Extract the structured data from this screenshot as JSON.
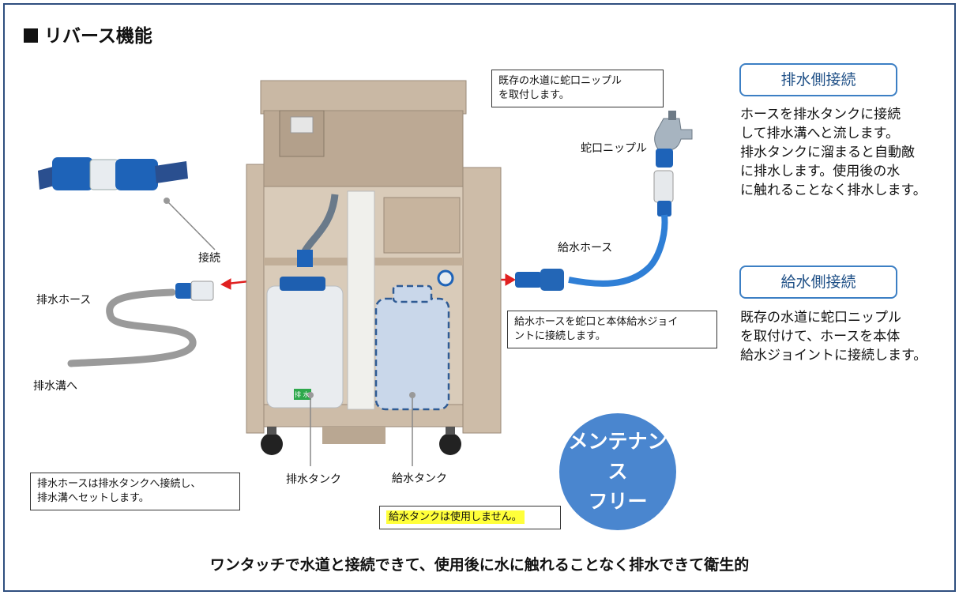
{
  "title": "リバース機能",
  "notes": {
    "faucet": [
      "既存の水道に蛇口ニップル",
      "を取付します。"
    ],
    "supply_hose": [
      "給水ホースを蛇口と本体給水ジョイ",
      "ントに接続します。"
    ],
    "drain_hose": [
      "排水ホースは排水タンクへ接続し、",
      "排水溝へセットします。"
    ]
  },
  "labels": {
    "connect": "接続",
    "drain_hose": "排水ホース",
    "drain_gutter": "排水溝へ",
    "drain_tank": "排水タンク",
    "supply_tank": "給水タンク",
    "supply_hose": "給水ホース",
    "faucet_nipple": "蛇口ニップル",
    "supply_tank_unused": "給水タンクは使用しません。",
    "tank_sticker": "排 水"
  },
  "drain_side": {
    "heading": "排水側接続",
    "lines": [
      "ホースを排水タンクに接続",
      "して排水溝へと流します。",
      "排水タンクに溜まると自動敵",
      "に排水します。使用後の水",
      "に触れることなく排水します。"
    ]
  },
  "supply_side": {
    "heading": "給水側接続",
    "lines": [
      "既存の水道に蛇口ニップル",
      "を取付けて、ホースを本体",
      "給水ジョイントに接続します。"
    ]
  },
  "badge": [
    "メンテナンス",
    "フリー"
  ],
  "footer": "ワンタッチで水道と接続できて、使用後に水に触れることなく排水できて衛生的",
  "colors": {
    "frame": "#2f4f7f",
    "accent_blue": "#3c7fc4",
    "badge": "#4a86cf",
    "arrow": "#e02020",
    "cabinet": "#c9b8a4",
    "highlight": "#ffff3a"
  }
}
